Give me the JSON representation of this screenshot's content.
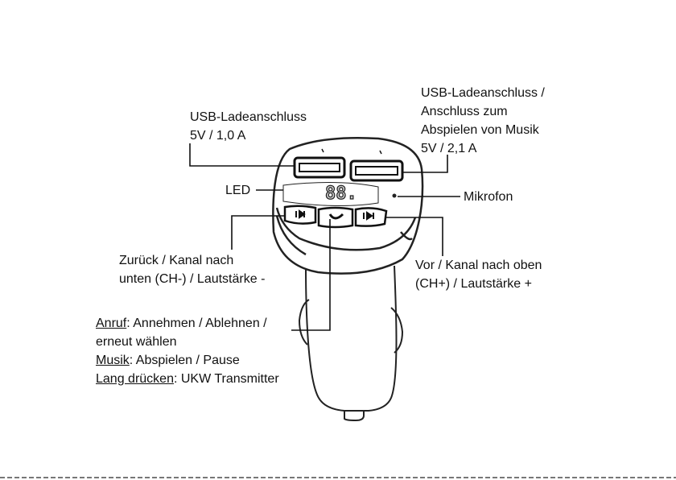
{
  "labels": {
    "usb1": {
      "line1": "USB-Ladeanschluss",
      "line2": "5V / 1,0 A"
    },
    "usb2": {
      "line1": "USB-Ladeanschluss /",
      "line2": "Anschluss zum",
      "line3": "Abspielen von Musik",
      "line4": "5V / 2,1 A"
    },
    "led": "LED",
    "mic": "Mikrofon",
    "back": {
      "line1": "Zurück / Kanal nach",
      "line2": "unten (CH-) / Lautstärke -"
    },
    "forward": {
      "line1": "Vor / Kanal nach oben",
      "line2": "(CH+) / Lautstärke +"
    },
    "call": {
      "term1": "Anruf",
      "desc1": ": Annehmen / Ablehnen /",
      "line2": "erneut wählen",
      "term2": "Musik",
      "desc2": ": Abspielen / Pause",
      "term3": "Lang drücken",
      "desc3": ": UKW Transmitter"
    }
  },
  "display": {
    "text": "88.",
    "color": "#d9d9d9"
  }
}
